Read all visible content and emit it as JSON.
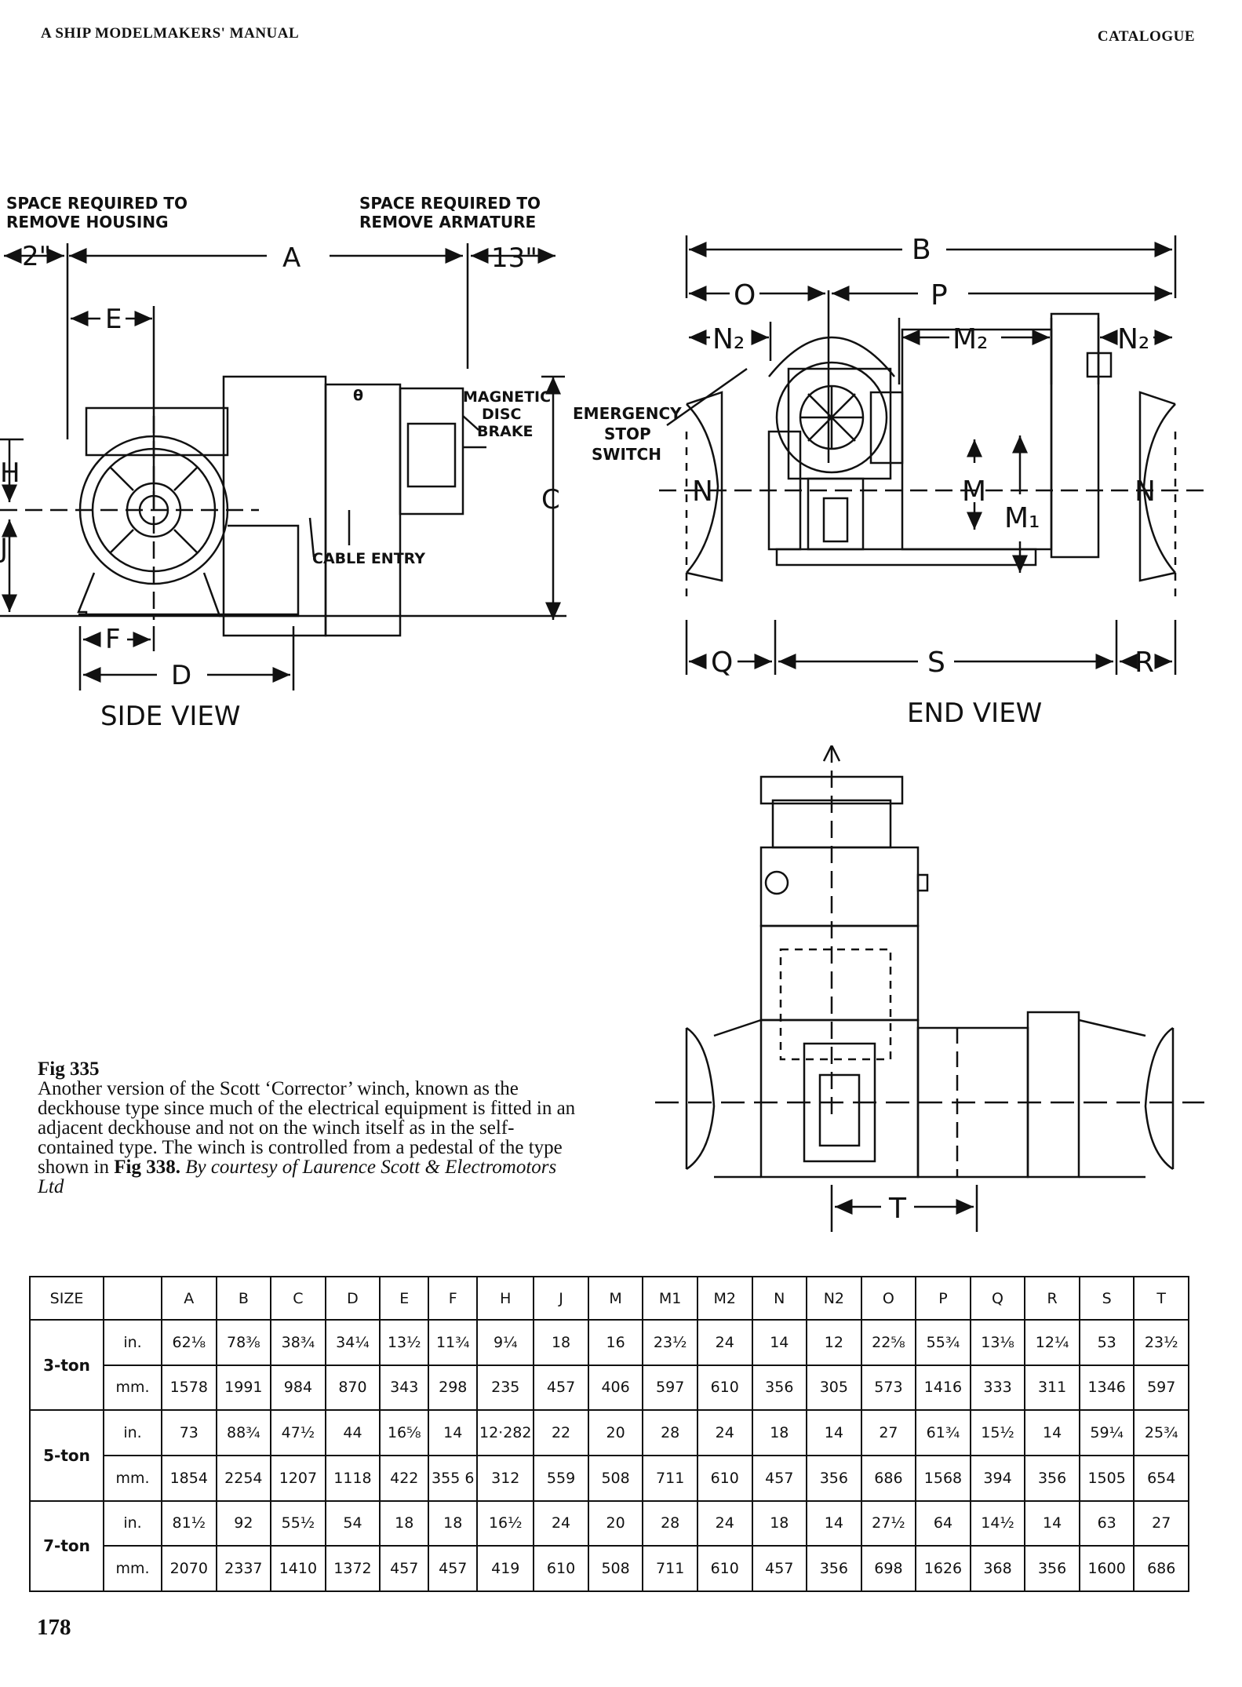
{
  "header": {
    "left": "A SHIP MODELMAKERS' MANUAL",
    "right": "CATALOGUE"
  },
  "side_view": {
    "title": "SIDE VIEW",
    "label_housing": [
      "SPACE REQUIRED TO",
      "REMOVE HOUSING"
    ],
    "label_armature": [
      "SPACE REQUIRED TO",
      "REMOVE ARMATURE"
    ],
    "dim_2": "2\"",
    "dim_13": "13\"",
    "dim_a": "A",
    "dim_c": "C",
    "dim_d": "D",
    "dim_e": "E",
    "dim_f": "F",
    "dim_h": "H",
    "dim_j": "J",
    "brake": [
      "MAGNETIC",
      "DISC",
      "BRAKE"
    ],
    "cable_entry": "CABLE ENTRY",
    "theta": "θ"
  },
  "end_view": {
    "title": "END VIEW",
    "dim_b": "B",
    "dim_o": "O",
    "dim_p": "P",
    "dim_n2": "N₂",
    "dim_m2": "M₂",
    "dim_n": "N",
    "dim_m": "M",
    "dim_m1": "M₁",
    "dim_q": "Q",
    "dim_s": "S",
    "dim_r": "R",
    "emergency": [
      "EMERGENCY",
      "STOP",
      "SWITCH"
    ]
  },
  "plan_view": {
    "dim_t": "T"
  },
  "caption": {
    "fig": "Fig 335",
    "text": "Another version of the Scott ‘Corrector’ winch, known as the deckhouse type since much of the electrical equipment is fitted in an adjacent deckhouse and not on the winch itself as in the self-contained type. The winch is controlled from a pedestal of the type shown in",
    "fig_ref": "Fig 338.",
    "courtesy": "By courtesy of Laurence Scott & Electromotors Ltd"
  },
  "table": {
    "header": [
      "SIZE",
      "",
      "A",
      "B",
      "C",
      "D",
      "E",
      "F",
      "H",
      "J",
      "M",
      "M1",
      "M2",
      "N",
      "N2",
      "O",
      "P",
      "Q",
      "R",
      "S",
      "T"
    ],
    "groups": [
      {
        "size": "3-ton",
        "rows": [
          {
            "unit": "in.",
            "values": [
              "62⅛",
              "78⅜",
              "38¾",
              "34¼",
              "13½",
              "11¾",
              "9¼",
              "18",
              "16",
              "23½",
              "24",
              "14",
              "12",
              "22⅝",
              "55¾",
              "13⅛",
              "12¼",
              "53",
              "23½"
            ]
          },
          {
            "unit": "mm.",
            "values": [
              "1578",
              "1991",
              "984",
              "870",
              "343",
              "298",
              "235",
              "457",
              "406",
              "597",
              "610",
              "356",
              "305",
              "573",
              "1416",
              "333",
              "311",
              "1346",
              "597"
            ]
          }
        ]
      },
      {
        "size": "5-ton",
        "rows": [
          {
            "unit": "in.",
            "values": [
              "73",
              "88¾",
              "47½",
              "44",
              "16⅝",
              "14",
              "12·282",
              "22",
              "20",
              "28",
              "24",
              "18",
              "14",
              "27",
              "61¾",
              "15½",
              "14",
              "59¼",
              "25¾"
            ]
          },
          {
            "unit": "mm.",
            "values": [
              "1854",
              "2254",
              "1207",
              "1118",
              "422",
              "355 6",
              "312",
              "559",
              "508",
              "711",
              "610",
              "457",
              "356",
              "686",
              "1568",
              "394",
              "356",
              "1505",
              "654"
            ]
          }
        ]
      },
      {
        "size": "7-ton",
        "rows": [
          {
            "unit": "in.",
            "values": [
              "81½",
              "92",
              "55½",
              "54",
              "18",
              "18",
              "16½",
              "24",
              "20",
              "28",
              "24",
              "18",
              "14",
              "27½",
              "64",
              "14½",
              "14",
              "63",
              "27"
            ]
          },
          {
            "unit": "mm.",
            "values": [
              "2070",
              "2337",
              "1410",
              "1372",
              "457",
              "457",
              "419",
              "610",
              "508",
              "711",
              "610",
              "457",
              "356",
              "698",
              "1626",
              "368",
              "356",
              "1600",
              "686"
            ]
          }
        ]
      }
    ]
  },
  "page_number": "178"
}
